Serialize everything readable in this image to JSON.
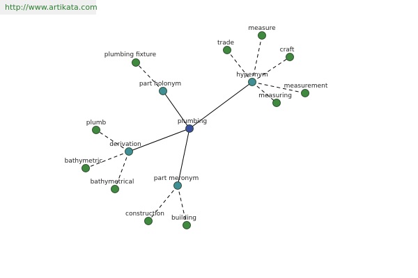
{
  "watermark": "http://www.artikata.com",
  "colors": {
    "root": "#3a4fa0",
    "relation": "#3f8f95",
    "leaf": "#3f8a3f",
    "edge": "#000000"
  },
  "nodes": [
    {
      "id": "plumbing",
      "label": "plumbing",
      "kind": "root"
    },
    {
      "id": "hypernym",
      "label": "hypernym",
      "kind": "relation"
    },
    {
      "id": "part-holonym",
      "label": "part holonym",
      "kind": "relation"
    },
    {
      "id": "derivation",
      "label": "derivation",
      "kind": "relation"
    },
    {
      "id": "part-meronym",
      "label": "part meronym",
      "kind": "relation"
    },
    {
      "id": "plumbing-fixture",
      "label": "plumbing fixture",
      "kind": "leaf"
    },
    {
      "id": "trade",
      "label": "trade",
      "kind": "leaf"
    },
    {
      "id": "measure",
      "label": "measure",
      "kind": "leaf"
    },
    {
      "id": "craft",
      "label": "craft",
      "kind": "leaf"
    },
    {
      "id": "measurement",
      "label": "measurement",
      "kind": "leaf"
    },
    {
      "id": "measuring",
      "label": "measuring",
      "kind": "leaf"
    },
    {
      "id": "plumb",
      "label": "plumb",
      "kind": "leaf"
    },
    {
      "id": "bathymetric",
      "label": "bathymetric",
      "kind": "leaf"
    },
    {
      "id": "bathymetrical",
      "label": "bathymetrical",
      "kind": "leaf"
    },
    {
      "id": "construction",
      "label": "construction",
      "kind": "leaf"
    },
    {
      "id": "building",
      "label": "building",
      "kind": "leaf"
    }
  ],
  "edges": [
    {
      "from": "plumbing",
      "to": "hypernym",
      "style": "solid"
    },
    {
      "from": "plumbing",
      "to": "part-holonym",
      "style": "solid"
    },
    {
      "from": "plumbing",
      "to": "derivation",
      "style": "solid"
    },
    {
      "from": "plumbing",
      "to": "part-meronym",
      "style": "solid"
    },
    {
      "from": "part-holonym",
      "to": "plumbing-fixture",
      "style": "dashed"
    },
    {
      "from": "hypernym",
      "to": "trade",
      "style": "dashed"
    },
    {
      "from": "hypernym",
      "to": "measure",
      "style": "dashed"
    },
    {
      "from": "hypernym",
      "to": "craft",
      "style": "dashed"
    },
    {
      "from": "hypernym",
      "to": "measurement",
      "style": "dashed"
    },
    {
      "from": "hypernym",
      "to": "measuring",
      "style": "dashed"
    },
    {
      "from": "derivation",
      "to": "plumb",
      "style": "dashed"
    },
    {
      "from": "derivation",
      "to": "bathymetric",
      "style": "dashed"
    },
    {
      "from": "derivation",
      "to": "bathymetrical",
      "style": "dashed"
    },
    {
      "from": "part-meronym",
      "to": "construction",
      "style": "dashed"
    },
    {
      "from": "part-meronym",
      "to": "building",
      "style": "dashed"
    }
  ]
}
